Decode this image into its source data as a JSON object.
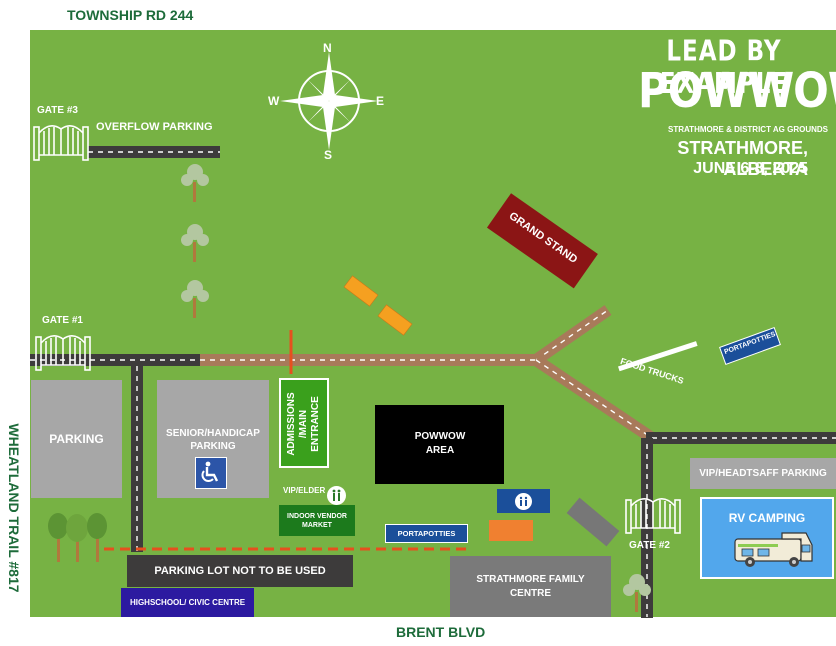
{
  "roads": {
    "north": "TOWNSHIP RD 244",
    "west": "WHEATLAND TRAIL #817",
    "south": "BRENT BLVD"
  },
  "compass": {
    "n": "N",
    "s": "S",
    "e": "E",
    "w": "W"
  },
  "event": {
    "tagline": "LEAD BY EXAMPLE",
    "name": "POWWOW",
    "venue": "STRATHMORE & DISTRICT AG GROUNDS",
    "city": "STRATHMORE, ALBERTA",
    "dates": "JUNE 6-8, 2025"
  },
  "gates": {
    "gate1": "GATE #1",
    "gate2": "GATE #2",
    "gate3": "GATE #3"
  },
  "areas": {
    "overflow_parking": "OVERFLOW PARKING",
    "grand_stand": "GRAND STAND",
    "parking": "PARKING",
    "senior_parking": "SENIOR/HANDICAP PARKING",
    "admissions": "ADMISSIONS /MAIN ENTRANCE",
    "powwow_area": "POWWOW AREA",
    "food_trucks": "FOOD TRUCKS",
    "portapotties_ne": "PORTAPOTTIES",
    "portapotties_s": "PORTAPOTTIES",
    "vip_elder": "VIP/ELDER",
    "indoor_vendor": "INDOOR VENDOR MARKET",
    "vip_parking": "VIP/HEADTSAFF PARKING",
    "rv_camping": "RV CAMPING",
    "parking_not_used": "PARKING LOT NOT TO BE USED",
    "highschool": "HIGHSCHOOL/ CIVIC CENTRE",
    "family_centre": "STRATHMORE FAMILY CENTRE"
  },
  "colors": {
    "field": "#77b244",
    "dirt_road": "#a87a5a",
    "paved_road": "#3d3b3b",
    "grand_stand": "#8b1515",
    "admissions": "#3aa01c",
    "vendor": "#1c7a1c",
    "portapotty": "#1b4f9a",
    "orange": "#f5a020",
    "orange_dark": "#f08030",
    "rv_camping": "#52a7ec",
    "highschool": "#2c1aa0",
    "heading_green": "#1d6b3a"
  },
  "icons": [
    "compass-icon",
    "gate-icon",
    "tree-icon",
    "wheelchair-icon",
    "restroom-icon",
    "rv-icon"
  ]
}
